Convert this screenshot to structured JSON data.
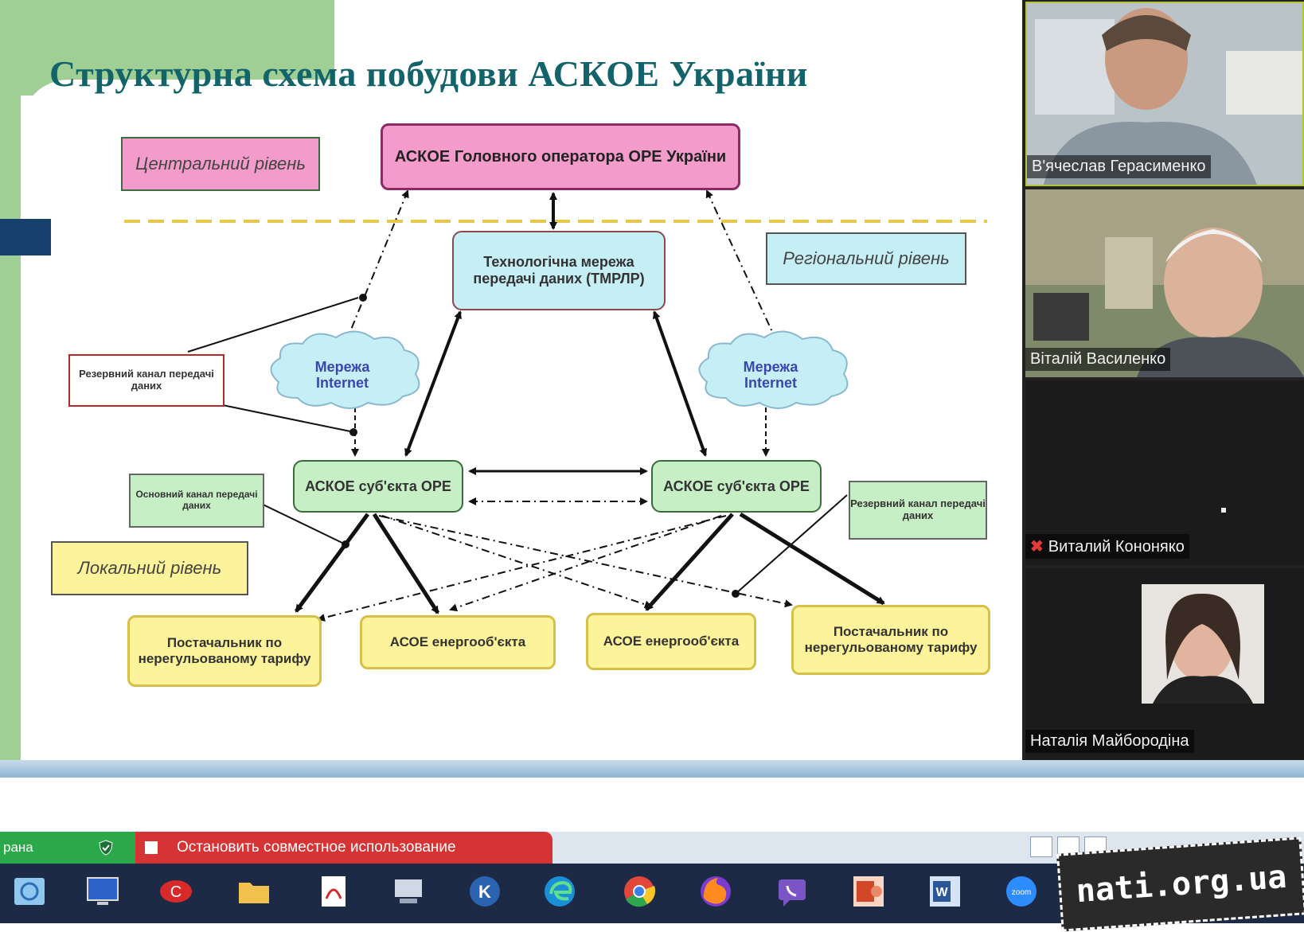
{
  "slide": {
    "title": "Структурна схема побудови АСКОЕ України",
    "levels": {
      "central": "Центральний рівень",
      "regional": "Регіональний рівень",
      "local": "Локальний рівень"
    },
    "nodes": {
      "main_operator": "АСКОЕ Головного оператора ОРЕ України",
      "tech_network": "Технологічна мережа передачі даних (ТМРЛР)",
      "internet_left": "Мережа Internet",
      "internet_right": "Мережа Internet",
      "reserve_channel_left": "Резервний канал передачі даних",
      "main_channel": "Основний канал передачі даних",
      "reserve_channel_right": "Резервний канал передачі даних",
      "subject_left": "АСКОЕ суб'єкта ОРЕ",
      "subject_right": "АСКОЕ суб'єкта ОРЕ",
      "supplier_left": "Постачальник по нерегульованому тарифу",
      "acoe_left": "АСОЕ енергооб'єкта",
      "acoe_right": "АСОЕ енергооб'єкта",
      "supplier_right": "Постачальник по нерегульованому тарифу"
    },
    "colors": {
      "central": "#f39ccc",
      "regional": "#c6eef5",
      "subject": "#c6efc6",
      "local": "#fdf39a",
      "title": "#13646a"
    }
  },
  "participants": [
    {
      "name": "В'ячеслав Герасименко",
      "muted": false,
      "active_speaker": true
    },
    {
      "name": "Віталій Василенко",
      "muted": false
    },
    {
      "name": "Виталий Кононяко",
      "muted": true
    },
    {
      "name": "Наталія Майбородіна",
      "muted": false
    }
  ],
  "share_bar": {
    "status_text": "рана",
    "stop_sharing_label": "Остановить совместное использование"
  },
  "taskbar": {
    "icons": [
      "remote-desktop-icon",
      "monitor-icon",
      "app-red-icon",
      "folder-icon",
      "pdf-icon",
      "network-icon",
      "app-k-icon",
      "edge-icon",
      "chrome-icon",
      "firefox-icon",
      "viber-icon",
      "powerpoint-icon",
      "word-icon",
      "zoom-icon"
    ],
    "zoom_label": "zoom"
  },
  "watermark": "nati.org.ua"
}
